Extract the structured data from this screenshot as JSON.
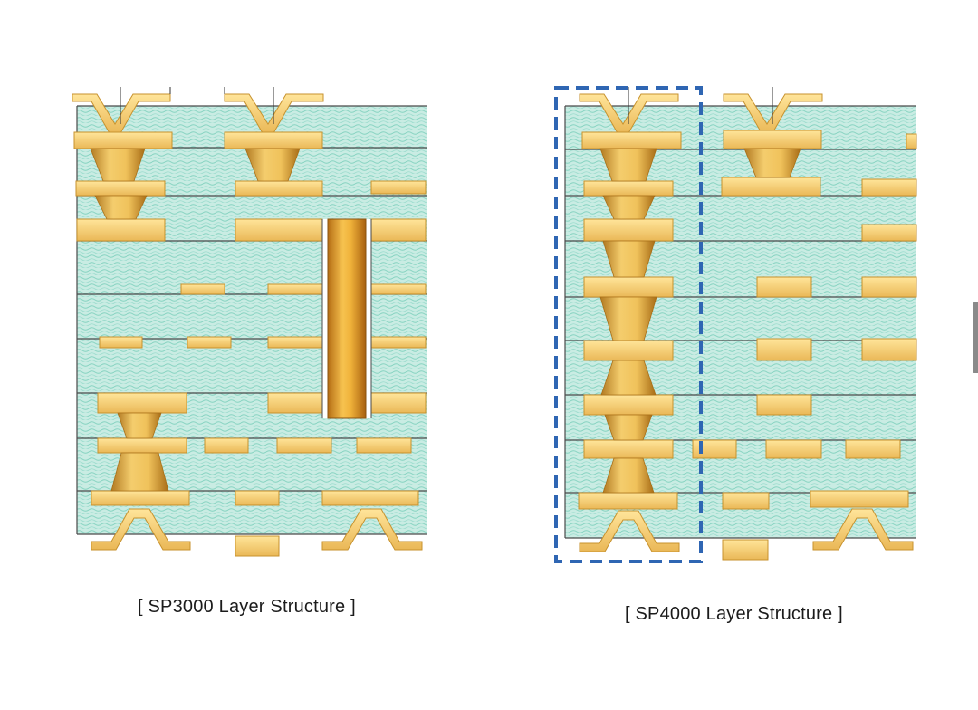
{
  "diagrams": [
    {
      "id": "sp3000",
      "caption": "[ SP3000 Layer Structure ]"
    },
    {
      "id": "sp4000",
      "caption": "[ SP4000 Layer Structure ]"
    }
  ],
  "colors": {
    "dielectric": "#c9ece3",
    "dielectric_wave": "#7fd0bd",
    "copper": "#f3cf72",
    "copper_dark": "#c7922e",
    "via_gold": "#e2b04a",
    "via_shadow": "#a86f18",
    "layer_line": "#4a4a4a",
    "highlight_dash": "#2f66b3"
  }
}
